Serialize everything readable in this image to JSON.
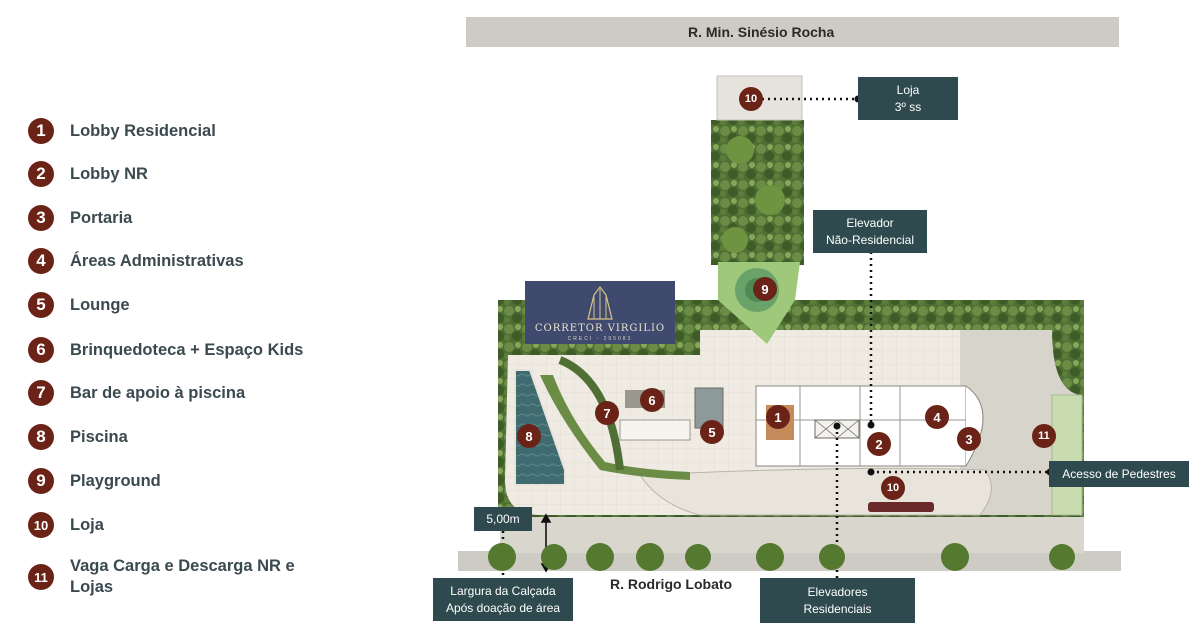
{
  "streets": {
    "top": "R. Min. Sinésio Rocha",
    "bottom": "R. Rodrigo Lobato"
  },
  "legend": [
    {
      "num": "1",
      "label": "Lobby Residencial"
    },
    {
      "num": "2",
      "label": "Lobby NR"
    },
    {
      "num": "3",
      "label": "Portaria"
    },
    {
      "num": "4",
      "label": "Áreas Administrativas"
    },
    {
      "num": "5",
      "label": "Lounge"
    },
    {
      "num": "6",
      "label": "Brinquedoteca + Espaço Kids"
    },
    {
      "num": "7",
      "label": "Bar de apoio à piscina"
    },
    {
      "num": "8",
      "label": "Piscina"
    },
    {
      "num": "9",
      "label": "Playground"
    },
    {
      "num": "10",
      "label": "Loja"
    },
    {
      "num": "11",
      "label": "Vaga Carga e Descarga NR e Lojas"
    }
  ],
  "map_markers": [
    "1",
    "2",
    "3",
    "4",
    "5",
    "6",
    "7",
    "8",
    "9",
    "10",
    "10",
    "11"
  ],
  "callouts": {
    "loja_line1": "Loja",
    "loja_line2": "3º ss",
    "elevador_nr_line1": "Elevador",
    "elevador_nr_line2": "Não-Residencial",
    "acesso": "Acesso de Pedestres",
    "largura": "5,00m",
    "calcada_line1": "Largura da Calçada",
    "calcada_line2": "Após doação de área",
    "elev_res_line1": "Elevadores",
    "elev_res_line2": "Residenciais"
  },
  "watermark": {
    "name": "CORRETOR VIRGILIO",
    "creci": "CRECI - 295083"
  },
  "colors": {
    "marker": "#6b2217",
    "callout": "#2e4a4f",
    "legend_text": "#3a4a4f",
    "street": "#cdcbc3",
    "greenery": "#4d6e32"
  }
}
